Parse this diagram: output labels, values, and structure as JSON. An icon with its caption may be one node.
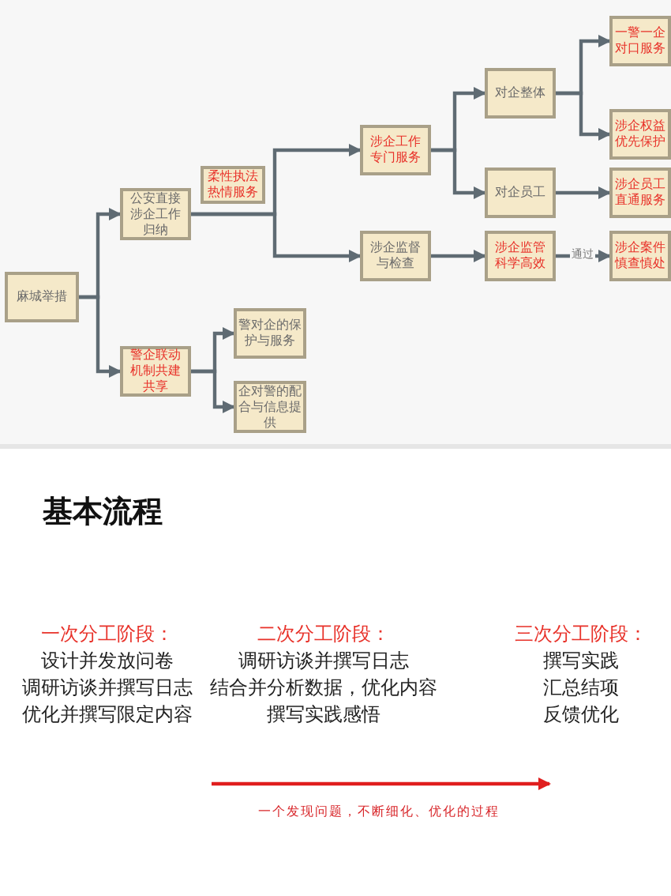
{
  "diagram": {
    "title": "基本流程",
    "nodes": [
      {
        "text": [
          "麻城举措"
        ]
      },
      {
        "text": [
          "公安直接涉企工作归纳"
        ]
      },
      {
        "text": [
          "柔性执法热情服务"
        ]
      },
      {
        "text": [
          "警企联动机制共建共享"
        ]
      },
      {
        "text": [
          "警对企的保护与服务"
        ]
      },
      {
        "text": [
          "企对警的配合与信息提供"
        ]
      },
      {
        "text": [
          "涉企工作专门服务"
        ]
      },
      {
        "text": [
          "涉企监督与检查"
        ]
      },
      {
        "text": [
          "对企整体"
        ]
      },
      {
        "text": [
          "对企员工"
        ]
      },
      {
        "text": [
          "涉企监管科学高效"
        ]
      },
      {
        "text": [
          "一警一企对口服务"
        ]
      },
      {
        "text": [
          "涉企权益优先保护"
        ]
      },
      {
        "text": [
          "涉企员工直通服务"
        ]
      },
      {
        "text": [
          "涉企案件慎查慎处"
        ]
      }
    ],
    "edges": [
      {
        "from": 0,
        "to": 1,
        "arrow": "to"
      },
      {
        "from": 0,
        "to": 3,
        "arrow": "to"
      },
      {
        "from": 1,
        "to": 6,
        "arrow": "to"
      },
      {
        "from": 1,
        "to": 7,
        "arrow": "to"
      },
      {
        "from": 3,
        "to": 4,
        "arrow": "to"
      },
      {
        "from": 3,
        "to": 5,
        "arrow": "to"
      },
      {
        "from": 6,
        "to": 8,
        "arrow": "to"
      },
      {
        "from": 6,
        "to": 9,
        "arrow": "to"
      },
      {
        "from": 7,
        "to": 10,
        "arrow": "to"
      },
      {
        "from": 8,
        "to": 11,
        "arrow": "to"
      },
      {
        "from": 8,
        "to": 12,
        "arrow": "to"
      },
      {
        "from": 9,
        "to": 13,
        "arrow": "to"
      },
      {
        "from": 10,
        "to": 14,
        "label": "通过",
        "arrow": "to"
      }
    ],
    "labels": [
      "一次分工阶段：",
      "设计并发放问卷",
      "调研访谈并撰写日志",
      "优化并撰写限定内容",
      "二次分工阶段：",
      "调研访谈并撰写日志",
      "结合并分析数据，优化内容",
      "撰写实践感悟",
      "三次分工阶段：",
      "撰写实践",
      "汇总结项",
      "反馈优化",
      "一个发现问题，不断细化、优化的过程"
    ]
  }
}
